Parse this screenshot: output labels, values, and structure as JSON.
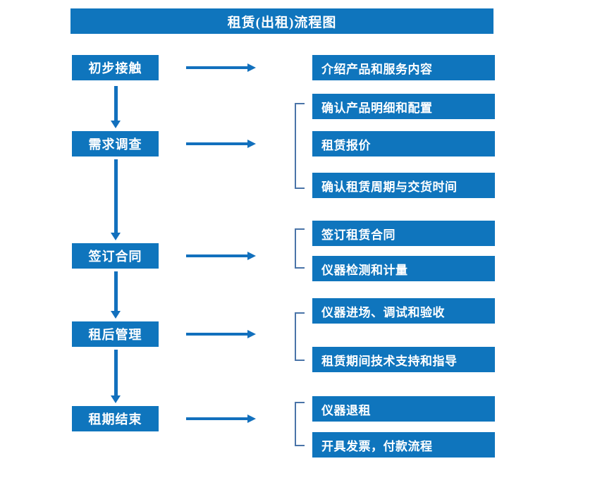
{
  "diagram": {
    "title": "租赁(出租)流程图",
    "accent_color": "#0f75bd",
    "arrow_color": "#1270bd",
    "bracket_color": "#4a74a8",
    "text_color": "#ffffff",
    "background_color": "#ffffff"
  },
  "stages": [
    {
      "label": "初步接触"
    },
    {
      "label": "需求调查"
    },
    {
      "label": "签订合同"
    },
    {
      "label": "租后管理"
    },
    {
      "label": "租期结束"
    }
  ],
  "details": [
    {
      "label": "介绍产品和服务内容"
    },
    {
      "label": "确认产品明细和配置"
    },
    {
      "label": "租赁报价"
    },
    {
      "label": "确认租赁周期与交货时间"
    },
    {
      "label": "签订租赁合同"
    },
    {
      "label": "仪器检测和计量"
    },
    {
      "label": "仪器进场、调试和验收"
    },
    {
      "label": "租赁期间技术支持和指导"
    },
    {
      "label": "仪器退租"
    },
    {
      "label": "开具发票，付款流程"
    }
  ]
}
